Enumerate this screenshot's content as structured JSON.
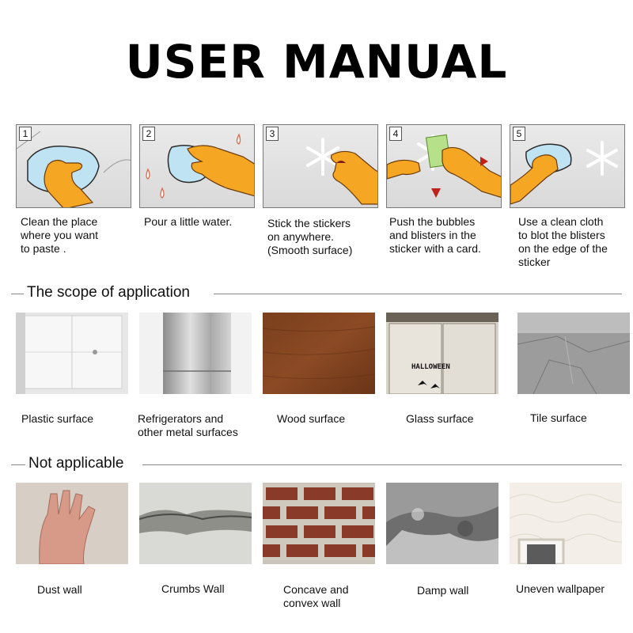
{
  "title": "USER MANUAL",
  "steps": [
    {
      "num": "1",
      "lines": [
        "Clean the place",
        "where you want",
        "to paste ."
      ]
    },
    {
      "num": "2",
      "lines": [
        "Pour a little water."
      ]
    },
    {
      "num": "3",
      "lines": [
        "Stick the stickers",
        "on anywhere.",
        "(Smooth surface)"
      ]
    },
    {
      "num": "4",
      "lines": [
        "Push the bubbles",
        "and blisters in the",
        "sticker with a card."
      ]
    },
    {
      "num": "5",
      "lines": [
        "Use a clean cloth",
        "to blot the blisters",
        "on the edge of the",
        "sticker"
      ]
    }
  ],
  "scope": {
    "heading": "The scope of application",
    "items": [
      {
        "lines": [
          "Plastic surface"
        ]
      },
      {
        "lines": [
          "Refrigerators and",
          "other metal surfaces"
        ]
      },
      {
        "lines": [
          "Wood surface"
        ]
      },
      {
        "lines": [
          "Glass surface"
        ],
        "sign": "HALLOWEEN"
      },
      {
        "lines": [
          "Tile surface"
        ]
      }
    ]
  },
  "not_applicable": {
    "heading": "Not applicable",
    "items": [
      {
        "lines": [
          "Dust wall"
        ]
      },
      {
        "lines": [
          "Crumbs Wall"
        ]
      },
      {
        "lines": [
          "Concave and",
          "convex wall"
        ]
      },
      {
        "lines": [
          "Damp wall"
        ]
      },
      {
        "lines": [
          "Uneven wallpaper"
        ]
      }
    ]
  },
  "colors": {
    "hand": "#f5a623",
    "hand_outline": "#6b3a0a",
    "cloth": "#bfe3f2",
    "arrow": "#c0221b",
    "card": "#b7e08a"
  },
  "icons": [
    "hand-icon",
    "cloth-icon",
    "water-drop-icon",
    "snowflake-icon",
    "arrow-icon",
    "card-icon"
  ]
}
